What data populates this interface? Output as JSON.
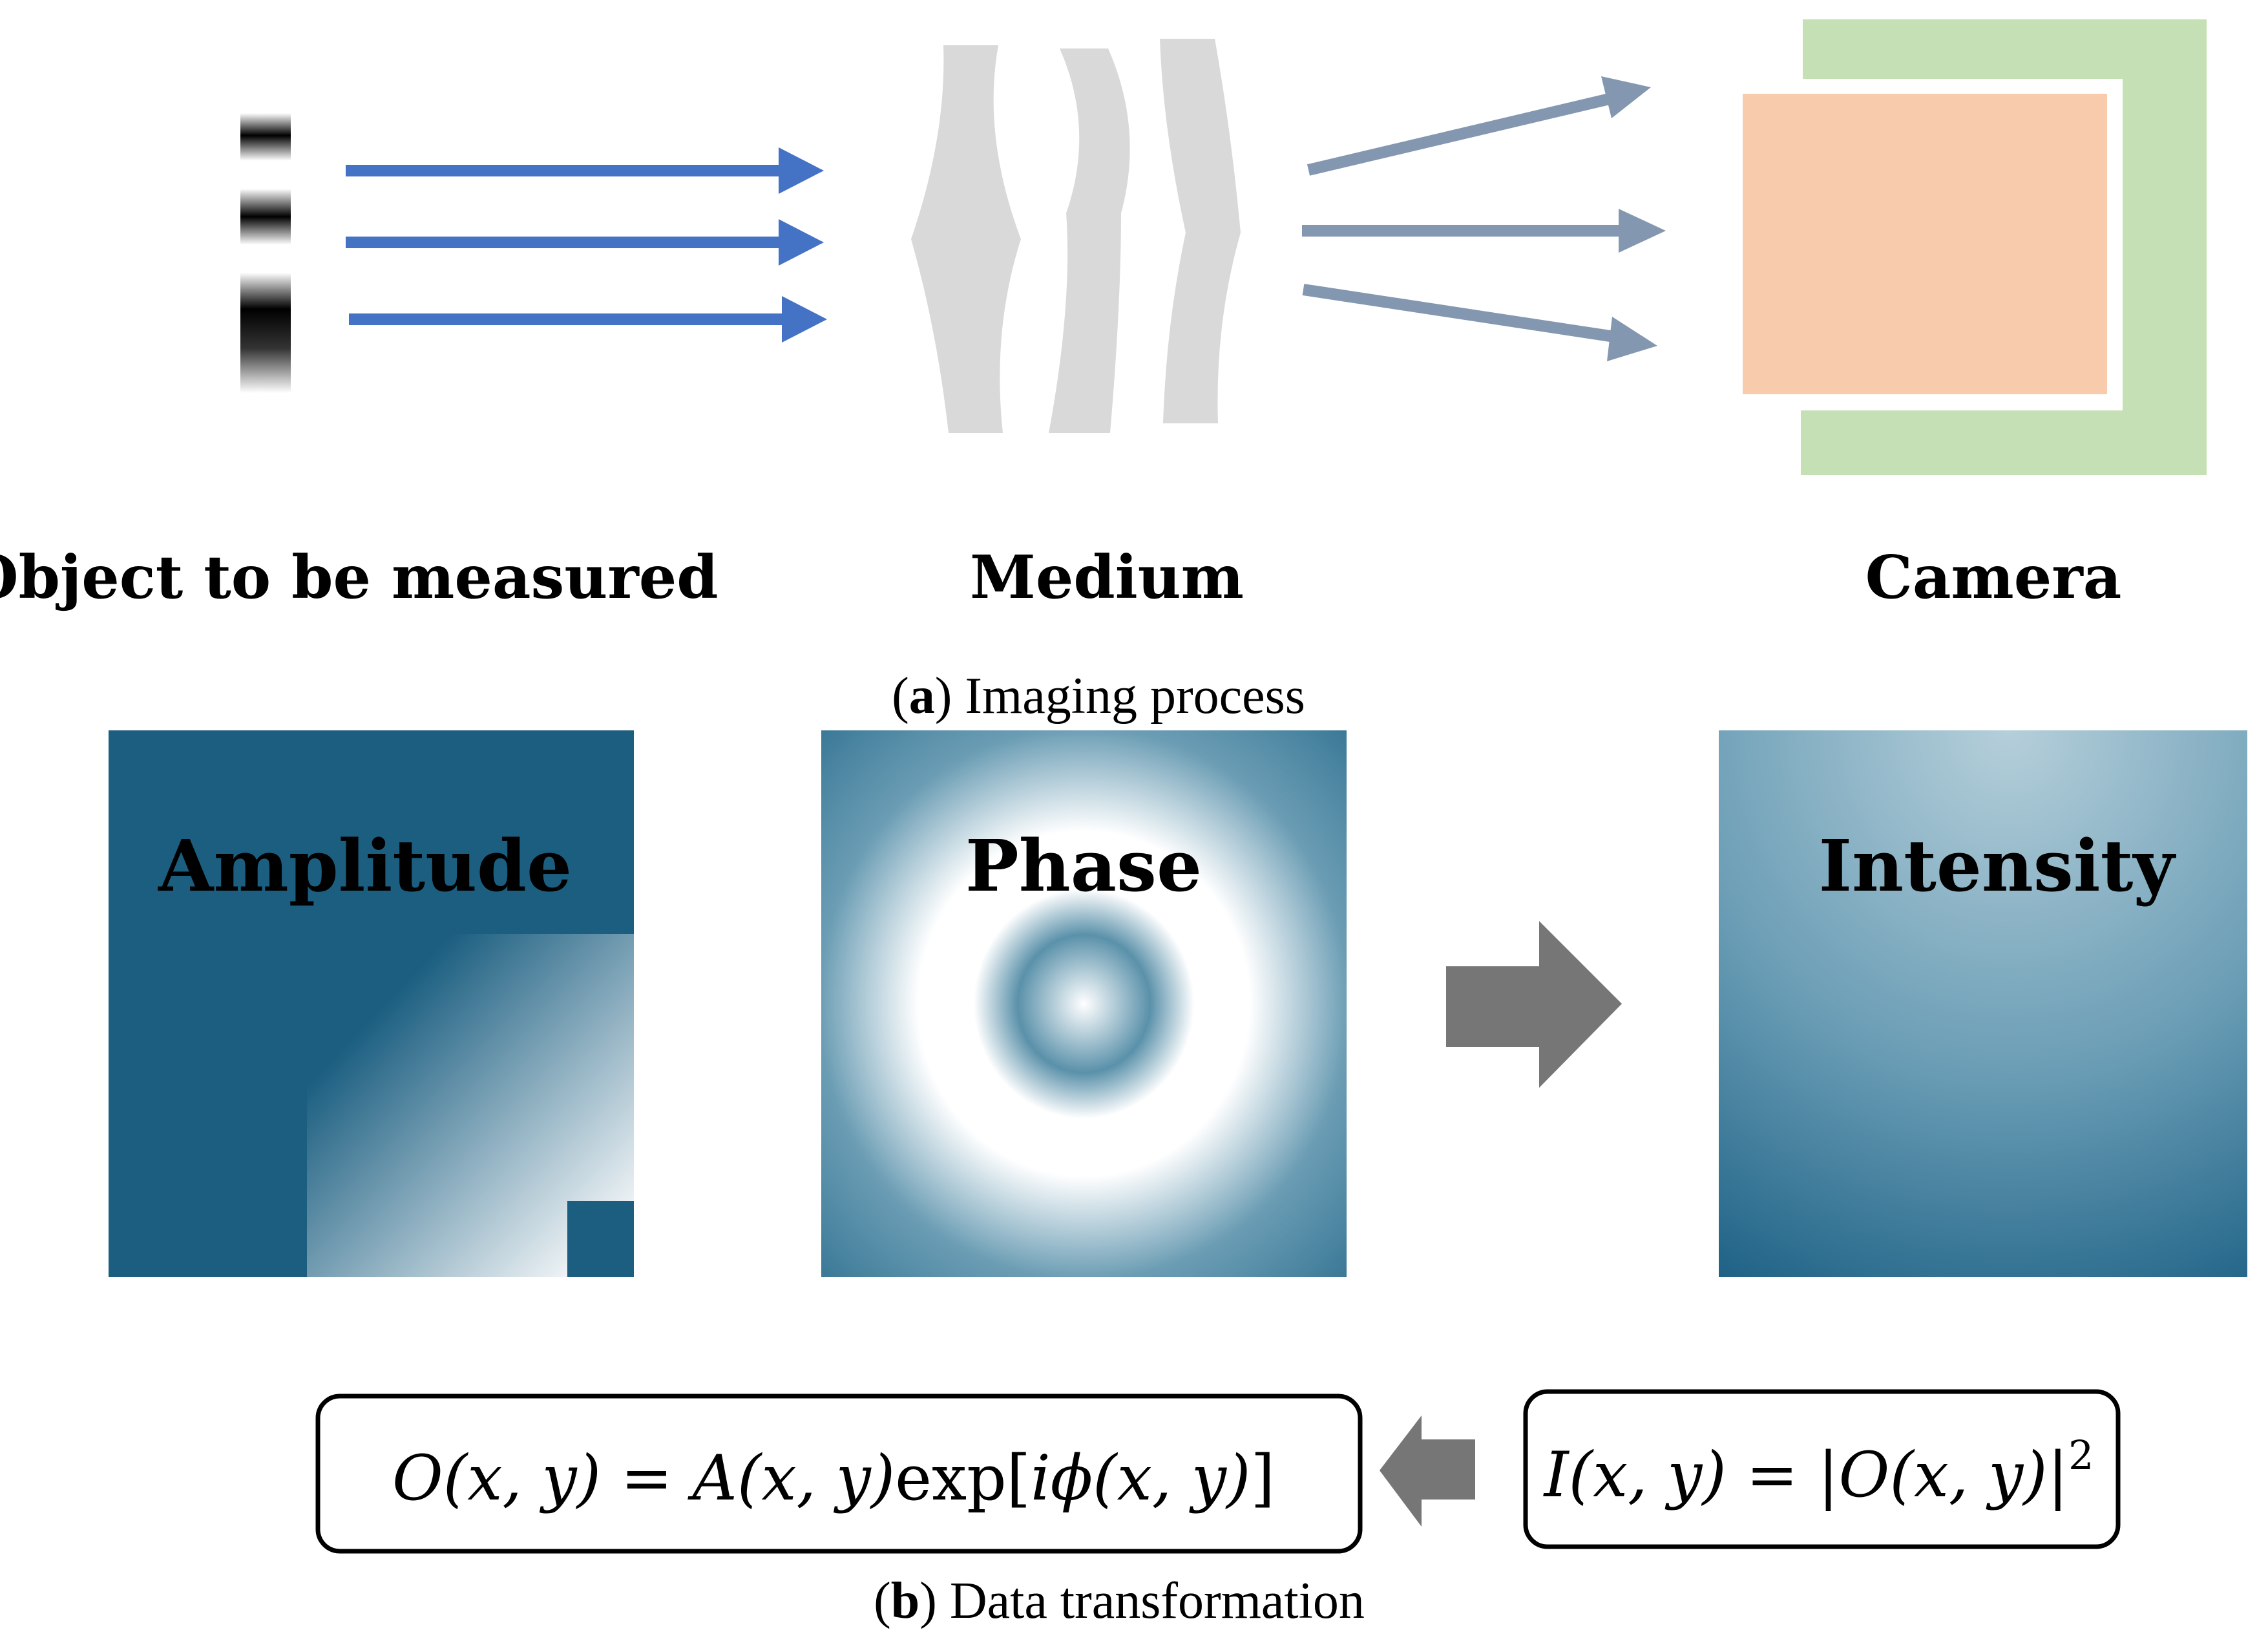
{
  "panel_a": {
    "labels": {
      "object": "Object to be measured",
      "medium": "Medium",
      "camera": "Camera"
    },
    "caption_letter": "a",
    "caption_text": " Imaging process"
  },
  "panel_b": {
    "labels": {
      "amplitude": "Amplitude",
      "phase": "Phase",
      "intensity": "Intensity"
    },
    "formula_object": {
      "lhs": "O",
      "lhs_args": "(x, y)",
      "equals": " = ",
      "amp": "A",
      "amp_args": "(x, y)",
      "exp": "exp",
      "bracket_open": "[",
      "i_phi": "iϕ",
      "phi_args": "(x, y)",
      "bracket_close": "]"
    },
    "formula_intensity": {
      "lhs": "I",
      "lhs_args": "(x, y)",
      "equals": " = ",
      "bar_open": "|",
      "inner": "O",
      "inner_args": "(x, y)",
      "bar_close": "|",
      "power": "2"
    },
    "caption_letter": "b",
    "caption_text": " Data transformation"
  },
  "colors": {
    "blue_arrow": "#4472c4",
    "gray_blue_arrow": "#8497b0",
    "medium_gray": "#d9d9d9",
    "camera_green": "#c5e0b4",
    "sensor_orange": "#f8cbad",
    "teal_dark": "#1b5e80",
    "flow_arrow_gray": "#767676"
  }
}
